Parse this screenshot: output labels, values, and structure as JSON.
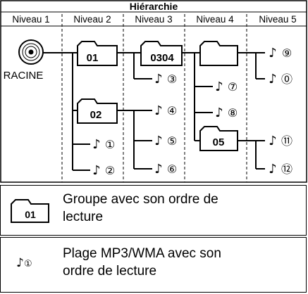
{
  "title": "Hiérarchie",
  "levels": [
    "Niveau 1",
    "Niveau 2",
    "Niveau 3",
    "Niveau 4",
    "Niveau 5"
  ],
  "root_label": "RACINE",
  "folders": [
    "01",
    "0304",
    "",
    "02",
    "05"
  ],
  "tracks": [
    "⑨",
    "⓪",
    "③",
    "⑦",
    "④",
    "⑧",
    "①",
    "⑤",
    "⑪",
    "②",
    "⑥",
    "⑫"
  ],
  "legend": {
    "folder_label": "01",
    "folder_text_line1": "Groupe avec son ordre de",
    "folder_text_line2": "lecture",
    "track_number": "①",
    "track_text_line1": "Plage MP3/WMA avec son",
    "track_text_line2": "ordre de lecture"
  }
}
